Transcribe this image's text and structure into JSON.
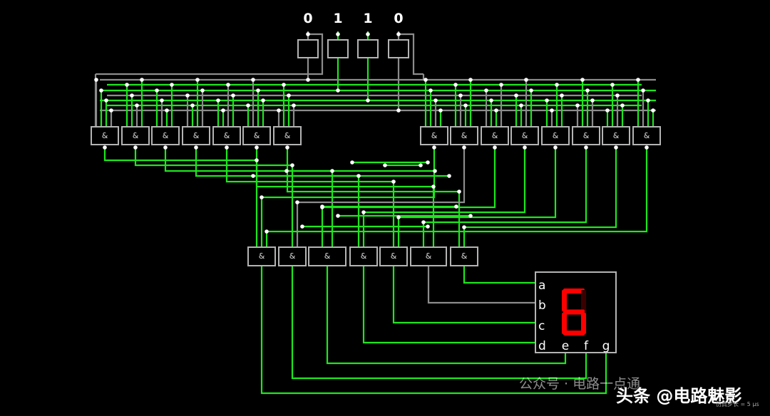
{
  "inputs": [
    {
      "label": "0",
      "state": 0
    },
    {
      "label": "1",
      "state": 1
    },
    {
      "label": "1",
      "state": 1
    },
    {
      "label": "0",
      "state": 0
    }
  ],
  "gate_symbol": "&",
  "decoder_gates_count": 15,
  "encoder_gates_count": 7,
  "display": {
    "segment_labels": [
      "a",
      "b",
      "c",
      "d",
      "e",
      "f",
      "g"
    ],
    "shown_digit": "6",
    "segment_states": {
      "a": 1,
      "b": 0,
      "c": 1,
      "d": 1,
      "e": 1,
      "f": 1,
      "g": 1
    }
  },
  "colors": {
    "active_wire": "#1ee61e",
    "inactive_wire": "#8c8c8c",
    "gate_border": "#b4b4b4",
    "segment_on": "#ff0000",
    "segment_off": "#3a0000",
    "background": "#000000"
  },
  "watermark": {
    "account": "公众号 · 电路一点通",
    "platform": "头条 @电路魅影",
    "step": "仿真步长 = 5 µs"
  }
}
